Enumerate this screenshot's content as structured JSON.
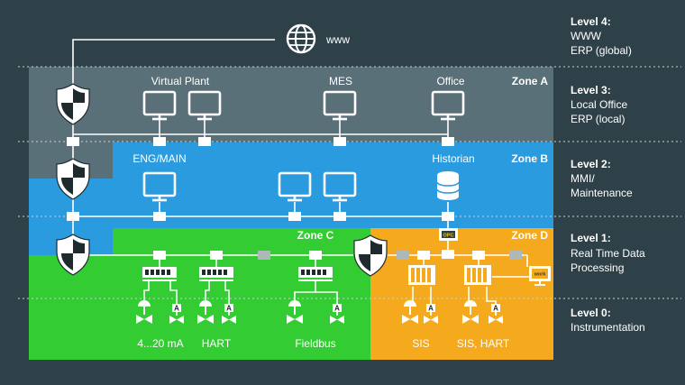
{
  "levels": [
    {
      "title": "Level 4:",
      "lines": [
        "WWW",
        "ERP (global)"
      ]
    },
    {
      "title": "Level 3:",
      "lines": [
        "Local Office",
        "ERP (local)"
      ]
    },
    {
      "title": "Level 2:",
      "lines": [
        "MMI/",
        "Maintenance"
      ]
    },
    {
      "title": "Level 1:",
      "lines": [
        "Real Time Data",
        "Processing"
      ]
    },
    {
      "title": "Level 0:",
      "lines": [
        "Instrumentation"
      ]
    }
  ],
  "zones": {
    "a": "Zone A",
    "b": "Zone B",
    "c": "Zone C",
    "d": "Zone D"
  },
  "nodes": {
    "www": "www",
    "virtual_plant": "Virtual Plant",
    "mes": "MES",
    "office": "Office",
    "eng_main": "ENG/MAIN",
    "historian": "Historian",
    "opc_badge": "OPC",
    "work_badge": "work"
  },
  "field_labels": {
    "ma": "4...20 mA",
    "hart": "HART",
    "fieldbus": "Fieldbus",
    "sis": "SIS",
    "sis_hart": "SIS, HART"
  },
  "colors": {
    "background": "#2f4148",
    "zone_a": "#5a7078",
    "zone_b": "#2b9be0",
    "zone_c": "#33cc33",
    "zone_d": "#f5a91c"
  }
}
